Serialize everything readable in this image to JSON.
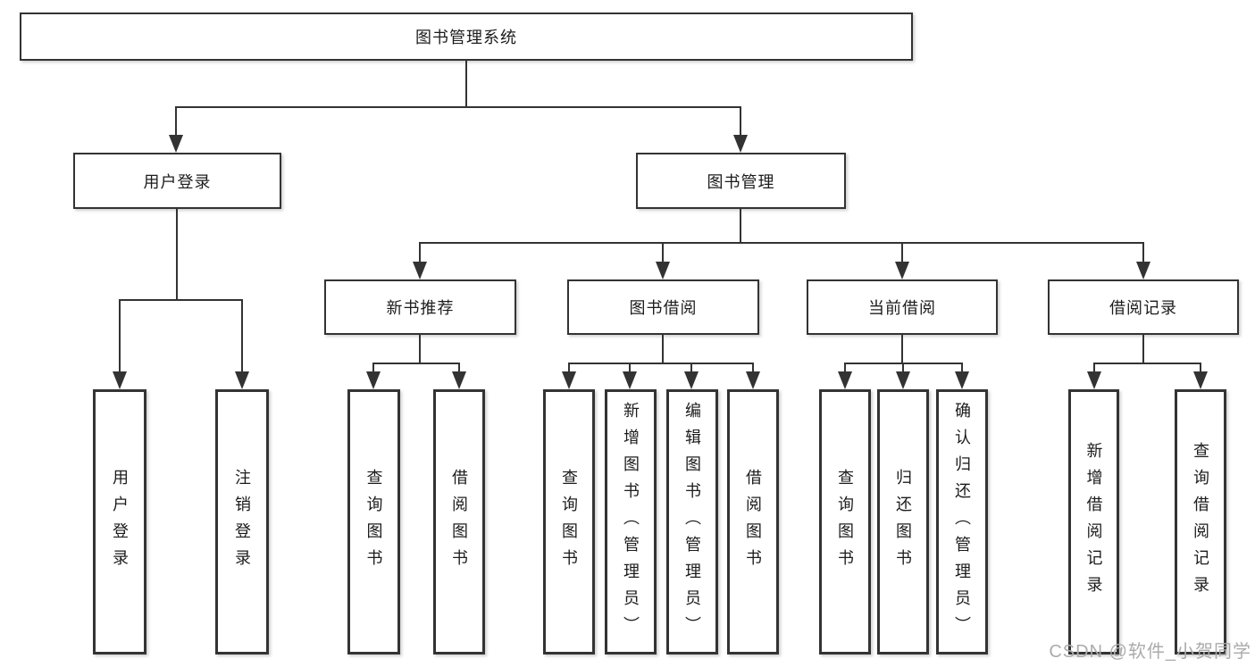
{
  "diagram": {
    "title": "图书管理系统",
    "level2": {
      "user_login": "用户登录",
      "book_management": "图书管理"
    },
    "level3": {
      "new_book_recommend": "新书推荐",
      "book_borrow": "图书借阅",
      "current_borrow": "当前借阅",
      "borrow_records": "借阅记录"
    },
    "leaves": {
      "user_login": "用户登录",
      "logout": "注销登录",
      "nb_query_books": "查询图书",
      "nb_borrow_books": "借阅图书",
      "bb_query_books": "查询图书",
      "bb_add_books": "新增图书（管理员）",
      "bb_edit_books": "编辑图书（管理员）",
      "bb_borrow_books": "借阅图书",
      "cb_query_books": "查询图书",
      "cb_return_books": "归还图书",
      "cb_confirm_return": "确认归还（管理员）",
      "br_add_record": "新增借阅记录",
      "br_query_record": "查询借阅记录"
    },
    "watermark": "CSDN @软件_小贺同学",
    "colors": {
      "line": "#333333",
      "box_border": "#333333",
      "box_fill": "#ffffff",
      "text": "#1c1c1c",
      "watermark": "#ababab",
      "background": "#ffffff"
    }
  }
}
